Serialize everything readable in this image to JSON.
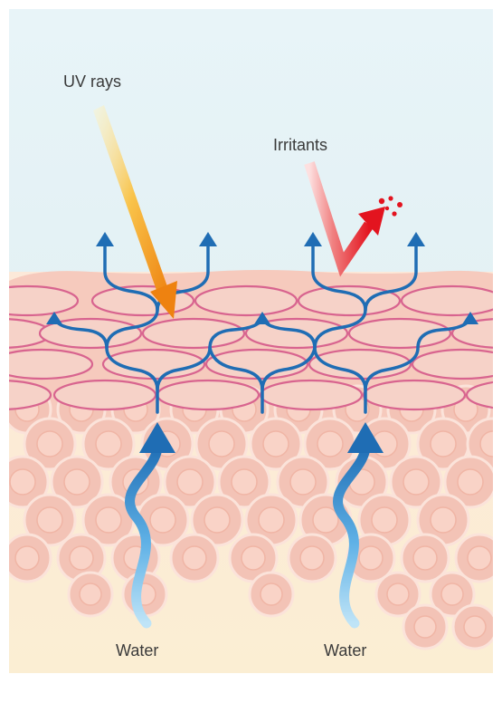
{
  "labels": {
    "uv_rays": "UV rays",
    "irritants": "Irritants",
    "water_left": "Water",
    "water_right": "Water"
  },
  "colors": {
    "sky": "#e7f3f7",
    "base": "#fbecd6",
    "skin_top": "#f6cdc2",
    "cell_fill": "#f6d0c6",
    "cell_stroke": "#d86a93",
    "round_cell_outer": "#f3c1b4",
    "round_cell_inner": "#f9d4c8",
    "water_arrow": "#1f6db4",
    "uv_arrow": "#ee8a17",
    "irritant_arrow": "#e3141f"
  }
}
